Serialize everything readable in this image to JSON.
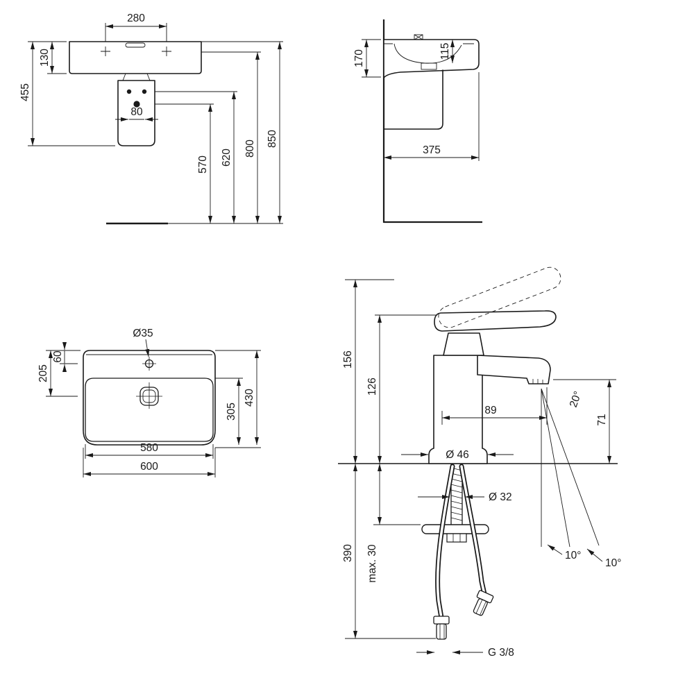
{
  "drawing": {
    "title": "washbasin-and-mixer-technical-drawing",
    "line_color": "#1a1a1a",
    "views": {
      "basin_front": {
        "label": "basin-front-view",
        "dims": {
          "tap_hole_spacing": "280",
          "rim_to_underside": "130",
          "basin_assembly_height": "455",
          "fixing_bolt_spacing": "80",
          "trap_height": "570",
          "fixing_height": "620",
          "underside_height": "800",
          "rim_height": "850"
        }
      },
      "basin_side": {
        "label": "basin-side-view",
        "dims": {
          "front_height": "170",
          "bowl_depth": "115",
          "overall_depth": "375"
        }
      },
      "basin_plan": {
        "label": "basin-plan-view",
        "dims": {
          "tap_hole_diameter": "Ø35",
          "tap_hole_from_back": "60",
          "drain_from_back": "205",
          "bowl_depth": "305",
          "overall_depth": "430",
          "bowl_width": "580",
          "overall_width": "600"
        }
      },
      "faucet": {
        "label": "faucet-side-view",
        "dims": {
          "height_lever_open": "156",
          "height_lever_closed": "126",
          "spout_reach": "89",
          "spout_angle": "20°",
          "outlet_height": "71",
          "base_diameter": "Ø 46",
          "shank_diameter": "Ø 32",
          "hose_drop": "390",
          "max_deck_thickness": "max. 30",
          "swivel_angle_1": "10°",
          "swivel_angle_2": "10°",
          "connection_thread": "G 3/8"
        }
      }
    }
  }
}
